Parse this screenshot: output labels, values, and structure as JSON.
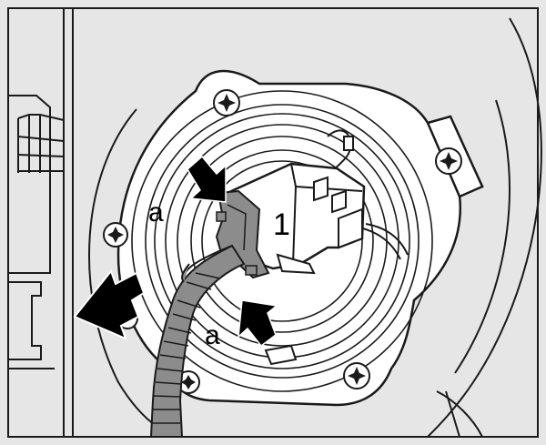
{
  "diagram": {
    "callouts": {
      "part_number": "1",
      "marker_upper": "a",
      "marker_lower": "a"
    },
    "arrows": {
      "press_upper": "press-direction",
      "press_lower": "press-direction",
      "pull_out": "pull-direction"
    },
    "colors": {
      "line": "#1a1a1a",
      "panel": "#e6e6e6",
      "wiring_loom": "#8c8c8c",
      "arrow_fill": "#000000",
      "background": "#ffffff"
    }
  }
}
